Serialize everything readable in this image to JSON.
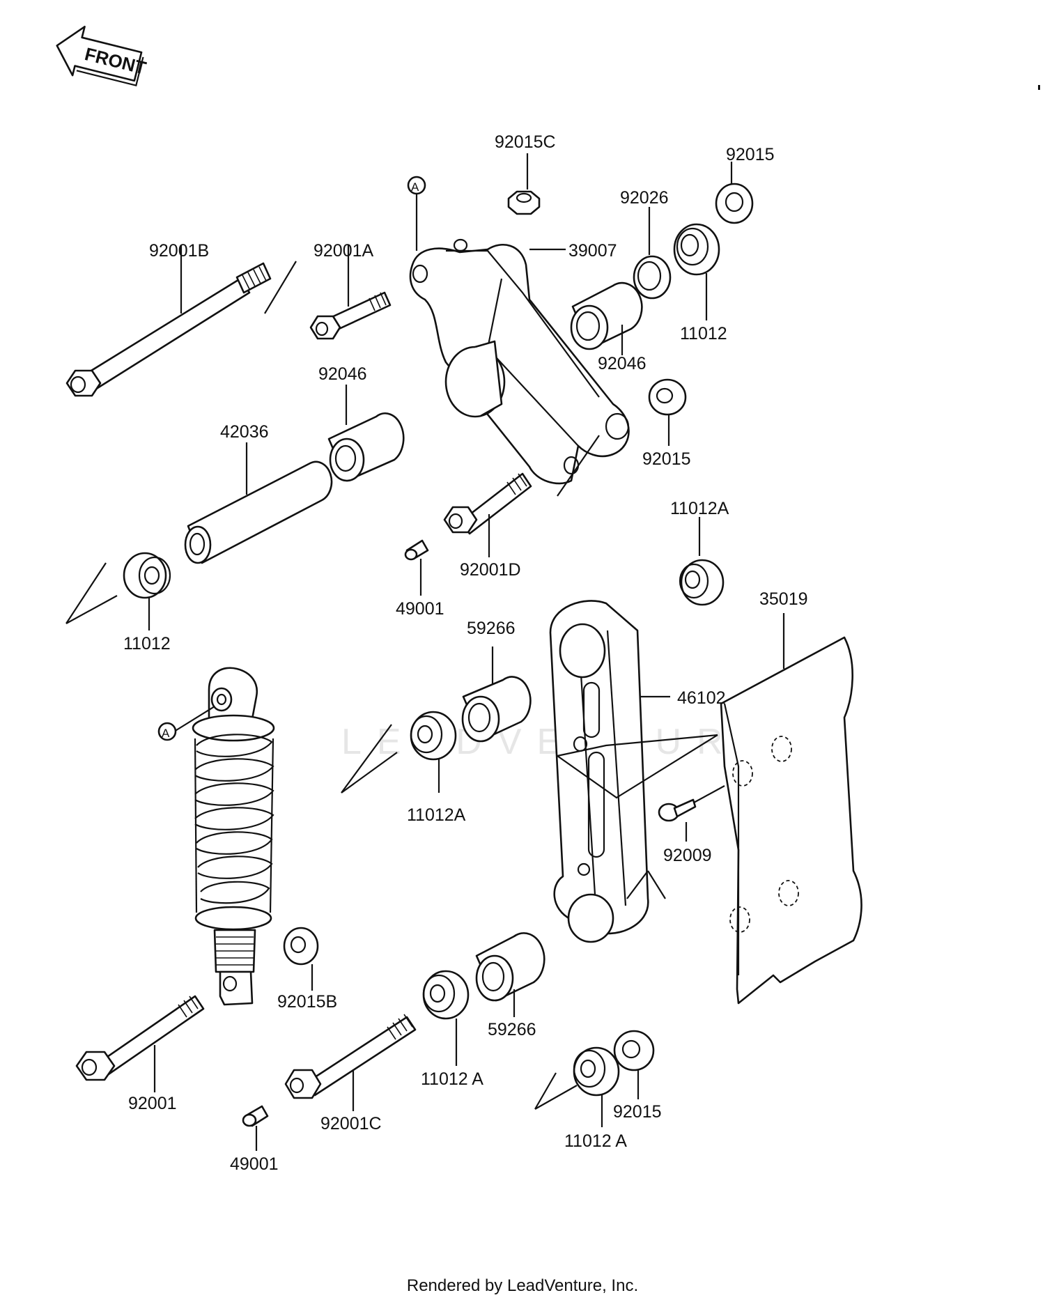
{
  "direction_tag": "FRONT",
  "reference_marker": "A",
  "watermark": "LEADVENTURE",
  "footer": "Rendered by LeadVenture, Inc.",
  "part_labels": {
    "p92015C": "92015C",
    "p92015_top": "92015",
    "p92026": "92026",
    "p92001B": "92001B",
    "p92001A": "92001A",
    "p39007": "39007",
    "p11012_top": "11012",
    "p92046_right": "92046",
    "p92046_left": "92046",
    "p42036": "42036",
    "p92015_mid": "92015",
    "p11012A_right": "11012A",
    "p92001D": "92001D",
    "p11012_left": "11012",
    "p49001_top": "49001",
    "p59266_top": "59266",
    "p35019": "35019",
    "p46102": "46102",
    "p11012A_mid": "11012A",
    "p92009": "92009",
    "p92015B": "92015B",
    "p92001": "92001",
    "p59266_bottom": "59266",
    "p11012A_bottom": "11012 A",
    "p92001C": "92001C",
    "p92015_bottom": "92015",
    "p49001_bottom": "49001",
    "p11012A_lowright": "11012 A"
  }
}
